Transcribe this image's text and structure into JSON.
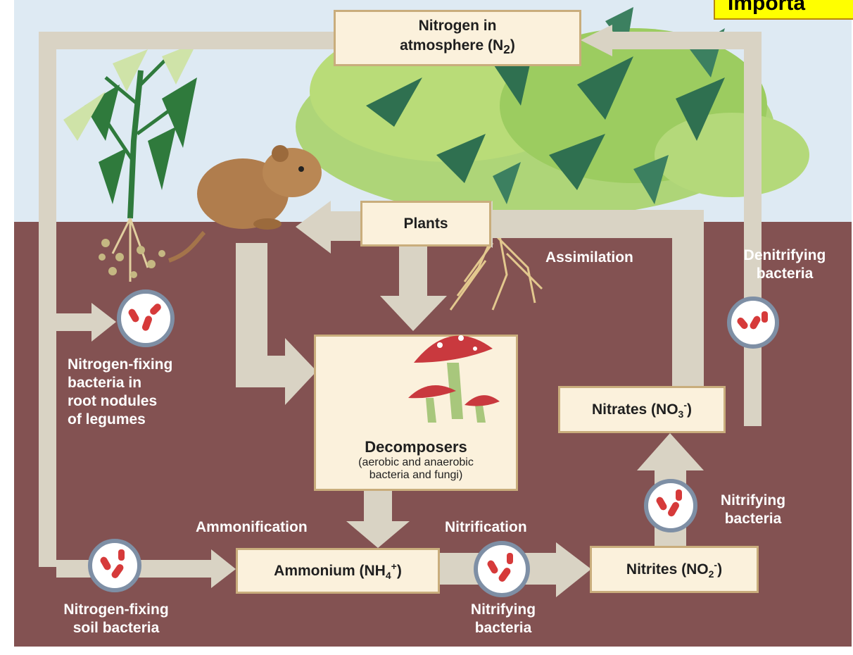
{
  "banner": {
    "text": "Importa"
  },
  "nodes": {
    "atmosphere": {
      "line1": "Nitrogen in",
      "line2": "atmosphere (N",
      "sub": "2",
      "close": ")"
    },
    "plants": {
      "label": "Plants"
    },
    "decomposers": {
      "title": "Decomposers",
      "desc1": "(aerobic and anaerobic",
      "desc2": "bacteria and fungi)"
    },
    "nitrates": {
      "pre": "Nitrates (NO",
      "sub": "3",
      "sup": "-",
      "close": ")"
    },
    "ammonium": {
      "pre": "Ammonium (NH",
      "sub": "4",
      "sup": "+",
      "close": ")"
    },
    "nitrites": {
      "pre": "Nitrites (NO",
      "sub": "2",
      "sup": "-",
      "close": ")"
    }
  },
  "labels": {
    "assimilation": "Assimilation",
    "denitrifying": [
      "Denitrifying",
      "bacteria"
    ],
    "root_nodules": [
      "Nitrogen-fixing",
      "bacteria in",
      "root nodules",
      "of legumes"
    ],
    "ammonification": "Ammonification",
    "nitrification": "Nitrification",
    "nitrifying_right": [
      "Nitrifying",
      "bacteria"
    ],
    "nitrifying_bottom": [
      "Nitrifying",
      "bacteria"
    ],
    "soil_bacteria": [
      "Nitrogen-fixing",
      "soil bacteria"
    ]
  },
  "colors": {
    "sky": "#deeaf3",
    "soil": "#835252",
    "arrow": "#d9d3c4",
    "box_fill": "#fbf1dc",
    "box_border": "#c9ad7c",
    "bacteria": "#d63a3a",
    "bacteria_ring": "#7e8fa5",
    "banner": "#ffff00"
  }
}
